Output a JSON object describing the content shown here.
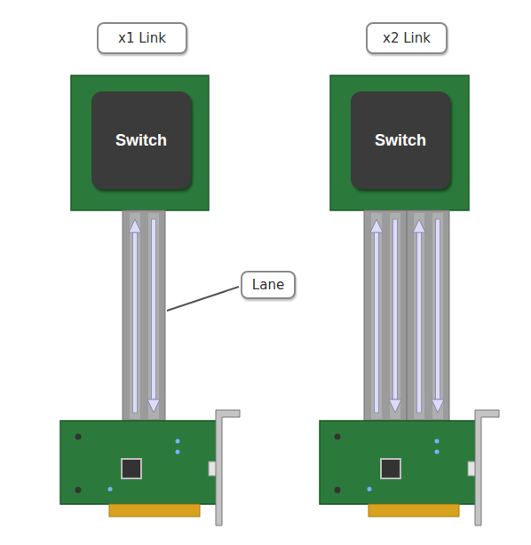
{
  "diagram": {
    "nodes": [
      {
        "text": [
          "x1 Link"
        ]
      },
      {
        "text": [
          "x2 Link"
        ]
      },
      {
        "text": [
          "Switch"
        ]
      },
      {
        "text": [
          "Switch"
        ]
      },
      {
        "text": [
          "Lane"
        ]
      }
    ]
  }
}
